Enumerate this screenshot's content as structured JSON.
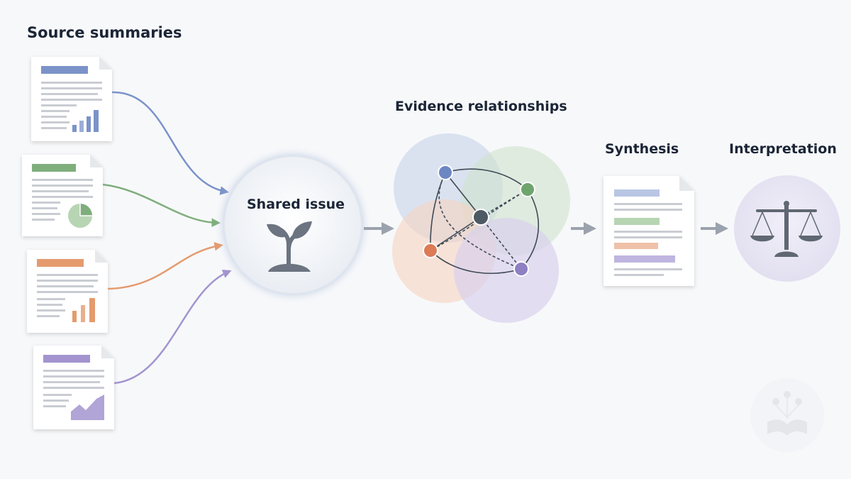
{
  "labels": {
    "sources": "Source summaries",
    "shared_issue": "Shared issue",
    "evidence": "Evidence relationships",
    "synthesis": "Synthesis",
    "interpretation": "Interpretation"
  },
  "sources": [
    {
      "accent": "#7b93c9",
      "chart": "bar-chart"
    },
    {
      "accent": "#7fae7c",
      "chart": "pie-chart"
    },
    {
      "accent": "#e59a6e",
      "chart": "bar-chart"
    },
    {
      "accent": "#a394cf",
      "chart": "area-chart"
    }
  ],
  "colors": {
    "blue": "#7b93c9",
    "green": "#7fae7c",
    "orange": "#e59a6e",
    "purple": "#a394cf",
    "node_dark": "#4d5a63",
    "text": "#1b2536",
    "arrow": "#9aa2ad"
  },
  "icons": {
    "shared_issue": "sprout-icon",
    "interpretation": "scales-icon",
    "watermark": "tree-book-logo"
  }
}
